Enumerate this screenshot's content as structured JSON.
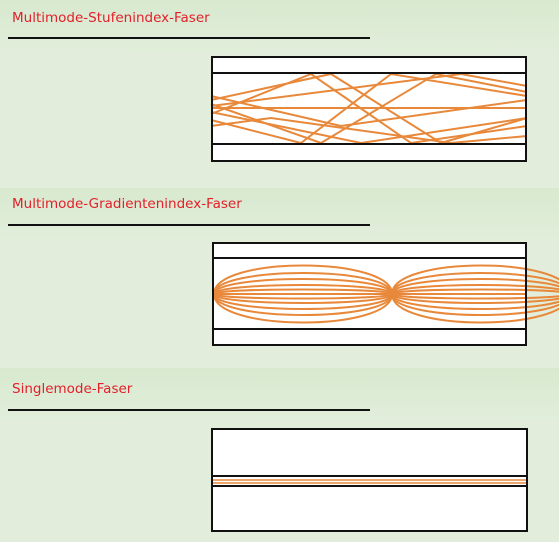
{
  "sections": [
    {
      "title": "Multimode-Stufenindex-Faser"
    },
    {
      "title": "Multimode-Gradientenindex-Faser"
    },
    {
      "title": "Singlemode-Faser"
    }
  ],
  "colors": {
    "title": "#e3202a",
    "ray": "#e8883a",
    "outline": "#111111",
    "background": "#e2eedb"
  }
}
